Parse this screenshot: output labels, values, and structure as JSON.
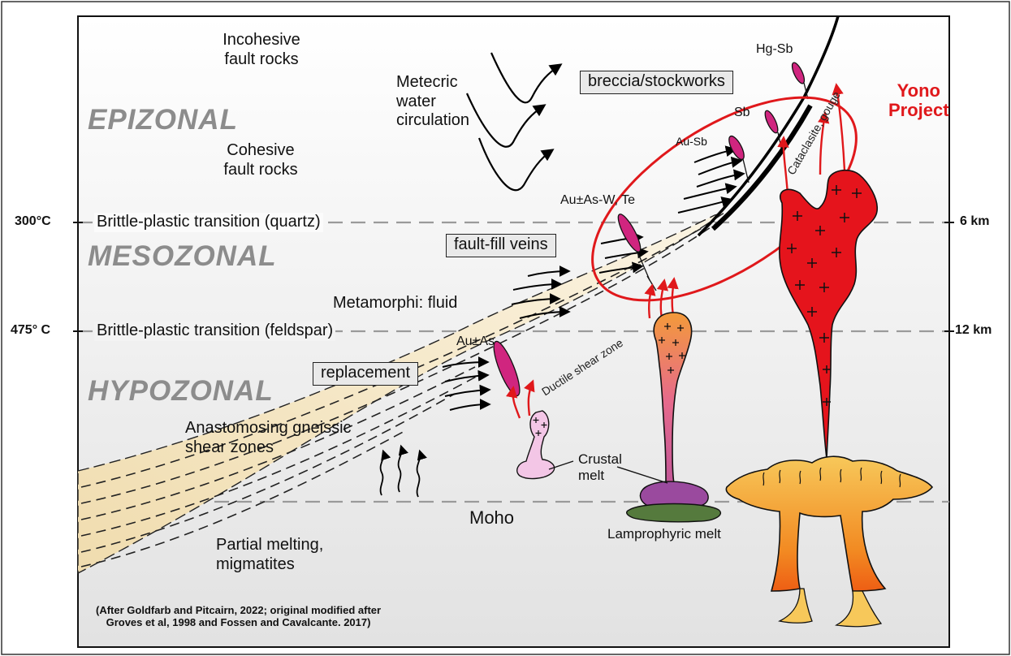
{
  "zones": {
    "epizonal": "EPIZONAL",
    "mesozonal": "MESOZONAL",
    "hypozonal": "HYPOZONAL"
  },
  "left_axis": {
    "t1": "300°C",
    "t2": "475° C"
  },
  "right_axis": {
    "d1": "6 km",
    "d2": "12 km"
  },
  "transitions": {
    "quartz": "Brittle-plastic transition (quartz)",
    "feldspar": "Brittle-plastic transition (feldspar)"
  },
  "labels": {
    "incohesive_1": "Incohesive",
    "incohesive_2": "fault rocks",
    "cohesive_1": "Cohesive",
    "cohesive_2": "fault rocks",
    "meteoric_1": "Metecric",
    "meteoric_2": "water",
    "meteoric_3": "circulation",
    "metamorphic_fluid": "Metamorphi: fluid",
    "anastomosing_1": "Anastomosing gneissic",
    "anastomosing_2": "shear zones",
    "partial_1": "Partial melting,",
    "partial_2": "migmatites",
    "moho": "Moho",
    "crustal_1": "Crustal",
    "crustal_2": "melt",
    "lamprophyric": "Lamprophyric melt",
    "ductile": "Ductile shear zone",
    "cataclasite": "Cataclasite, gouge"
  },
  "boxes": {
    "breccia": "breccia/stockworks",
    "faultfill": "fault-fill veins",
    "replacement": "replacement"
  },
  "deposits": {
    "hg_sb": "Hg-Sb",
    "sb": "Sb",
    "au_sb": "Au-Sb",
    "au_as_w_te": "Au±As-W, Te",
    "au_as": "Au±As"
  },
  "project": {
    "line1": "Yono",
    "line2": "Project"
  },
  "citation": {
    "line1": "(After Goldfarb and Pitcairn, 2022; original modified after",
    "line2": "Groves et al, 1998 and Fossen and Cavalcante. 2017)"
  },
  "colors": {
    "project_red": "#e0181b",
    "granite_red": "#e5141c",
    "vein_magenta": "#d0257f",
    "zone_gray": "#8c8c8c",
    "shear_fill": "#f4e6c8",
    "crustal_pink": "#f3c6e6",
    "lamprophyric_green": "#557a3d",
    "plume_yellow": "#f2b63a",
    "plume_orange": "#f26b1a"
  }
}
